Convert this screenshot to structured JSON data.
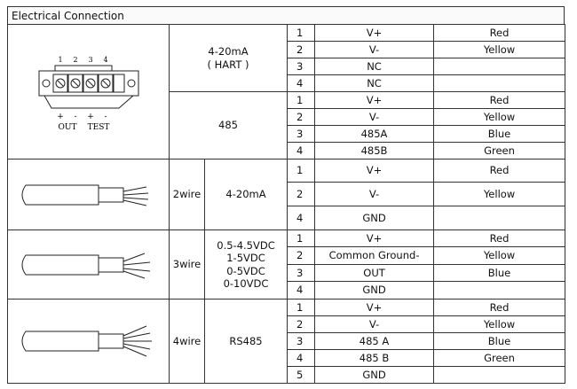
{
  "title": "Electrical Connection",
  "terminal": {
    "numbers": [
      "1",
      "2",
      "3",
      "4"
    ],
    "signs": [
      "+",
      "-",
      "+",
      "-"
    ],
    "labels": [
      "OUT",
      "TEST"
    ]
  },
  "blocks": [
    {
      "signal": [
        "4-20mA",
        "( HART )"
      ],
      "rows": [
        {
          "pin": "1",
          "func": "V+",
          "color": "Red"
        },
        {
          "pin": "2",
          "func": "V-",
          "color": "Yellow"
        },
        {
          "pin": "3",
          "func": "NC",
          "color": ""
        },
        {
          "pin": "4",
          "func": "NC",
          "color": ""
        }
      ]
    },
    {
      "signal": [
        "485"
      ],
      "rows": [
        {
          "pin": "1",
          "func": "V+",
          "color": "Red"
        },
        {
          "pin": "2",
          "func": "V-",
          "color": "Yellow"
        },
        {
          "pin": "3",
          "func": "485A",
          "color": "Blue"
        },
        {
          "pin": "4",
          "func": "485B",
          "color": "Green"
        }
      ]
    },
    {
      "wire": "2wire",
      "signal": [
        "4-20mA"
      ],
      "rows": [
        {
          "pin": "1",
          "func": "V+",
          "color": "Red"
        },
        {
          "pin": "2",
          "func": "V-",
          "color": "Yellow"
        },
        {
          "pin": "4",
          "func": "GND",
          "color": ""
        }
      ]
    },
    {
      "wire": "3wire",
      "signal": [
        "0.5-4.5VDC",
        "1-5VDC",
        "0-5VDC",
        "0-10VDC"
      ],
      "rows": [
        {
          "pin": "1",
          "func": "V+",
          "color": "Red"
        },
        {
          "pin": "2",
          "func": "Common Ground-",
          "color": "Yellow"
        },
        {
          "pin": "3",
          "func": "OUT",
          "color": "Blue"
        },
        {
          "pin": "4",
          "func": "GND",
          "color": ""
        }
      ]
    },
    {
      "wire": "4wire",
      "signal": [
        "RS485"
      ],
      "rows": [
        {
          "pin": "1",
          "func": "V+",
          "color": "Red"
        },
        {
          "pin": "2",
          "func": "V-",
          "color": "Yellow"
        },
        {
          "pin": "3",
          "func": "485 A",
          "color": "Blue"
        },
        {
          "pin": "4",
          "func": "485 B",
          "color": "Green"
        },
        {
          "pin": "5",
          "func": "GND",
          "color": ""
        }
      ]
    }
  ]
}
